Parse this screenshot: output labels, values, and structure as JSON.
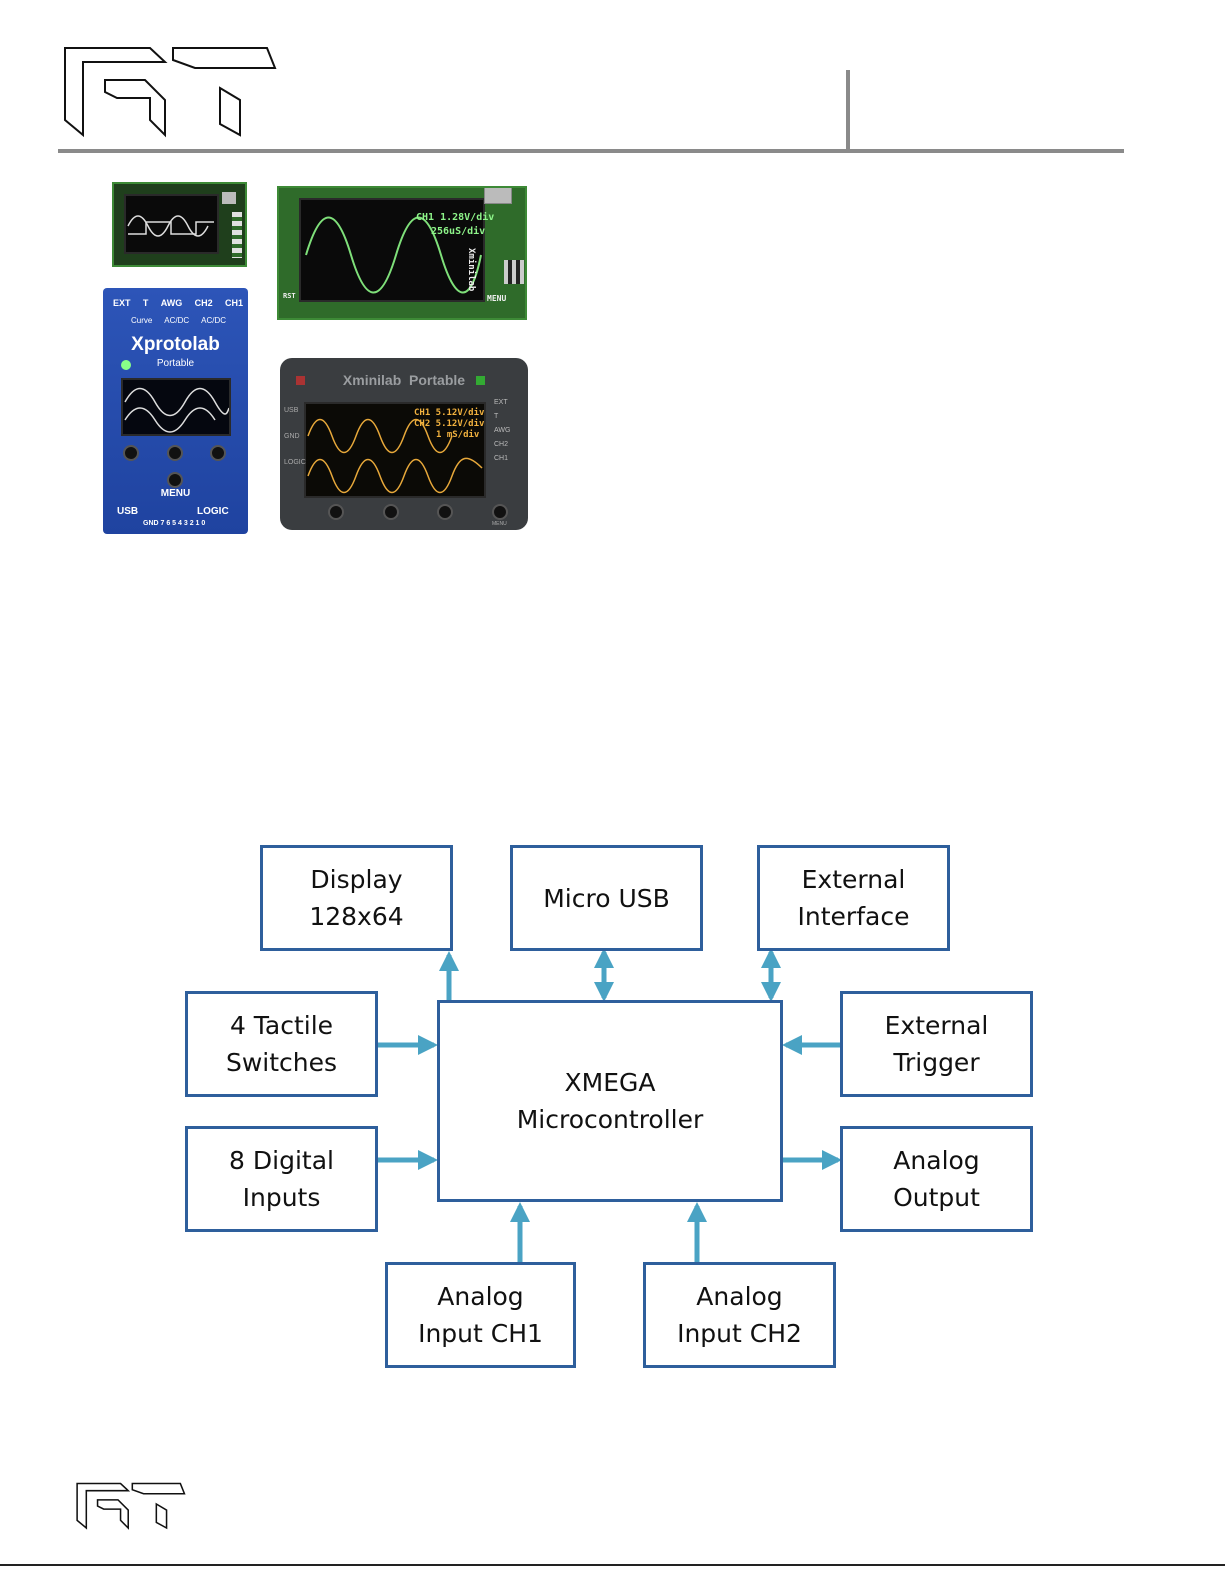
{
  "logo": {
    "name": "gt-logo-icon",
    "footer_name": "gt-logo-small-icon"
  },
  "photos": {
    "board_small": {
      "readout_lines": [
        "",
        "",
        ""
      ]
    },
    "board_large": {
      "readout_ch1": "CH1 1.28V/div",
      "readout_time": "256uS/div",
      "side_label": "Xminilab",
      "menu_label": "MENU",
      "rst_label": "RST"
    },
    "xprotolab_portable": {
      "top_labels": [
        "EXT",
        "T",
        "AWG",
        "CH2",
        "CH1"
      ],
      "switch_labels": [
        "Curve",
        "AC/DC",
        "AC/DC"
      ],
      "title": "Xprotolab",
      "subtitle": "Portable",
      "menu_label": "MENU",
      "usb_label": "USB",
      "logic_label": "LOGIC",
      "pins_label": "GND 7 6 5 4 3 2 1 0"
    },
    "xminilab_portable": {
      "title": "Xminilab  Portable",
      "readout_ch1": "CH1 5.12V/div",
      "readout_ch2": "CH2 5.12V/div",
      "readout_time": "1 mS/div",
      "right_labels": [
        "EXT",
        "T",
        "AWG",
        "CH2",
        "CH1"
      ],
      "left_labels": [
        "USB",
        "GND",
        "LOGIC"
      ],
      "menu_label": "MENU"
    }
  },
  "diagram": {
    "center": "XMEGA\nMicrocontroller",
    "display": "Display\n128x64",
    "micro_usb": "Micro USB",
    "external_interface": "External\nInterface",
    "tactile_switches": "4 Tactile\nSwitches",
    "digital_inputs": "8 Digital\nInputs",
    "external_trigger": "External\nTrigger",
    "analog_output": "Analog\nOutput",
    "analog_input_ch1": "Analog\nInput CH1",
    "analog_input_ch2": "Analog\nInput CH2",
    "colors": {
      "box_border": "#2e5f9c",
      "arrow": "#4aa3c4"
    }
  }
}
